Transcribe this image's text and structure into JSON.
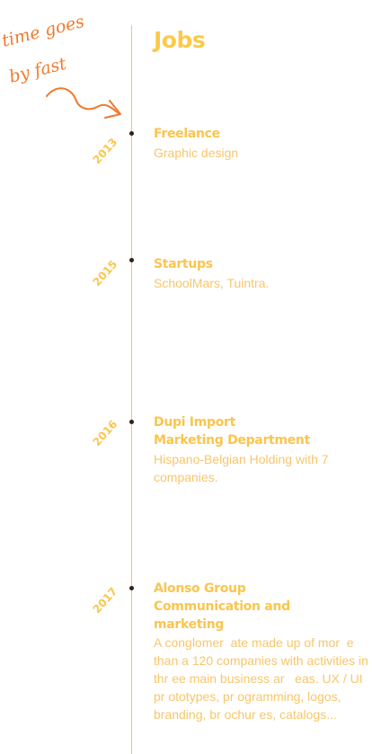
{
  "annotation": {
    "text_line1": "time goes",
    "text_line2": "by fast"
  },
  "page_title": "Jobs",
  "colors": {
    "accent": "#fdc94a",
    "annotation": "#f07a2c",
    "dot": "#2e2414"
  },
  "entries": [
    {
      "year": "2013",
      "title": "Freelance",
      "description": "Graphic design"
    },
    {
      "year": "2015",
      "title": "Startups",
      "description": "SchoolMars, Tuintra."
    },
    {
      "year": "2016",
      "title": "Dupi Import\nMarketing Department",
      "description": "Hispano-Belgian Holding with 7 companies."
    },
    {
      "year": "2017",
      "title": "Alonso Group\nCommunication and marketing",
      "description": "A conglomer  ate made up of mor  e than a 120 companies with activities in thr ee main business ar   eas. UX / UI pr ototypes, pr ogramming, logos, branding, br ochur es, catalogs..."
    }
  ]
}
